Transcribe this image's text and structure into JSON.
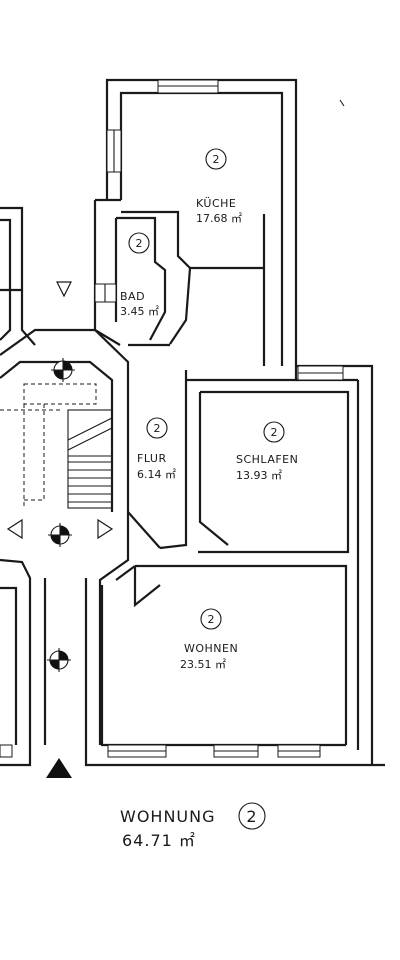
{
  "rooms": {
    "kueche": {
      "name": "KÜCHE",
      "area": "17.68 ㎡",
      "unit": "2"
    },
    "bad": {
      "name": "BAD",
      "area": "3.45 ㎡",
      "unit": "2"
    },
    "flur": {
      "name": "FLUR",
      "area": "6.14 ㎡",
      "unit": "2"
    },
    "schlafen": {
      "name": "SCHLAFEN",
      "area": "13.93 ㎡",
      "unit": "2"
    },
    "wohnen": {
      "name": "WOHNEN",
      "area": "23.51 ㎡",
      "unit": "2"
    }
  },
  "apartment": {
    "label": "WOHNUNG",
    "number": "2",
    "total_area": "64.71 ㎡"
  }
}
